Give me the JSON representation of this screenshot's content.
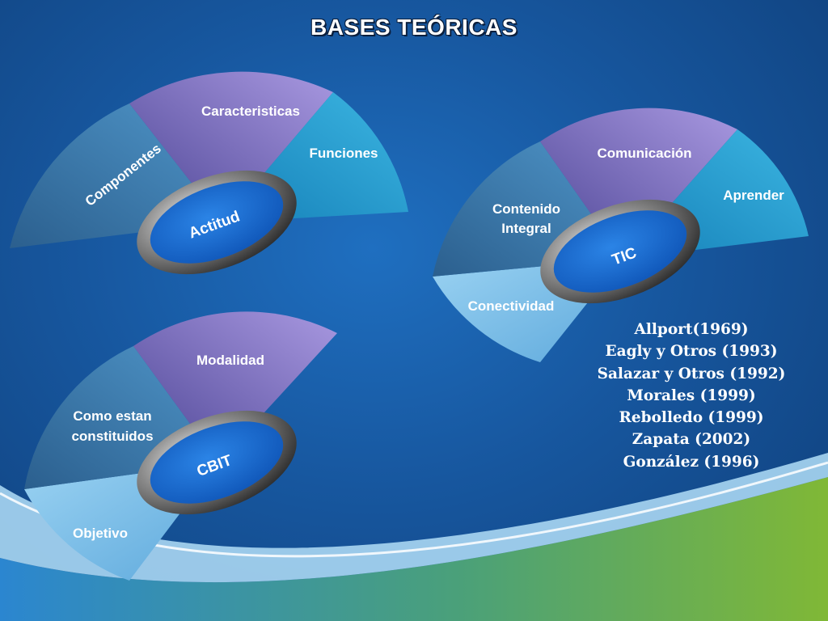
{
  "title": "BASES TEÓRICAS",
  "diagrams": {
    "actitud": {
      "hub": "Actitud",
      "segments": [
        "Componentes",
        "Caracteristicas",
        "Funciones"
      ]
    },
    "tic": {
      "hub": "TIC",
      "segments": [
        "Conectividad",
        "Contenido",
        "Integral",
        "Comunicación",
        "Aprender"
      ]
    },
    "cbit": {
      "hub": "CBIT",
      "segments": [
        "Objetivo",
        "Como estan",
        "constituidos",
        "Modalidad"
      ]
    }
  },
  "references": [
    "Allport(1969)",
    "Eagly y Otros (1993)",
    "Salazar y Otros (1992)",
    "Morales (1999)",
    "Rebolledo (1999)",
    "Zapata (2002)",
    "González (1996)"
  ],
  "colors": {
    "background": "#17579f",
    "segment_purple": "#8f80cf",
    "segment_teal": "#2aa3d2",
    "segment_steel": "#3f7fb4",
    "segment_light": "#7ec3ec",
    "hub": "#1465cc",
    "wave_green": "#7ab43c"
  }
}
